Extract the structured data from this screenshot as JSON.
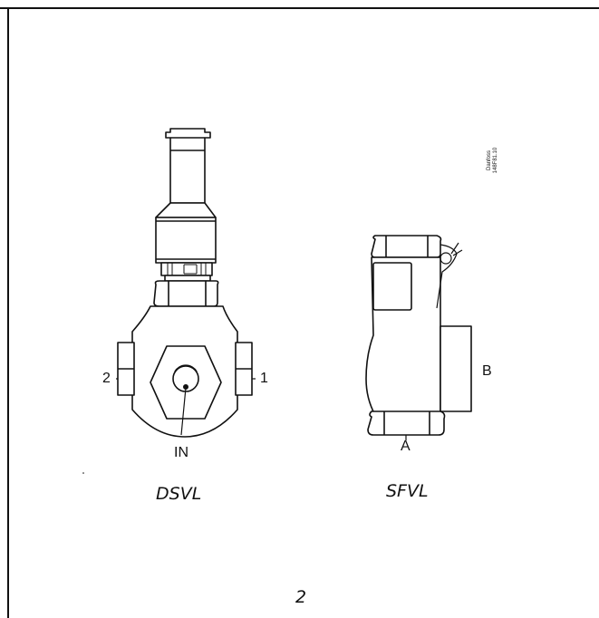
{
  "figure": {
    "dsvl": {
      "caption": "DSVL",
      "port_left": "2",
      "port_right": "1",
      "port_in": "IN"
    },
    "sfvl": {
      "caption": "SFVL",
      "port_a": "A",
      "port_b": "B"
    },
    "reference": "Danfoss\n148F81.10",
    "page_number": "2"
  }
}
